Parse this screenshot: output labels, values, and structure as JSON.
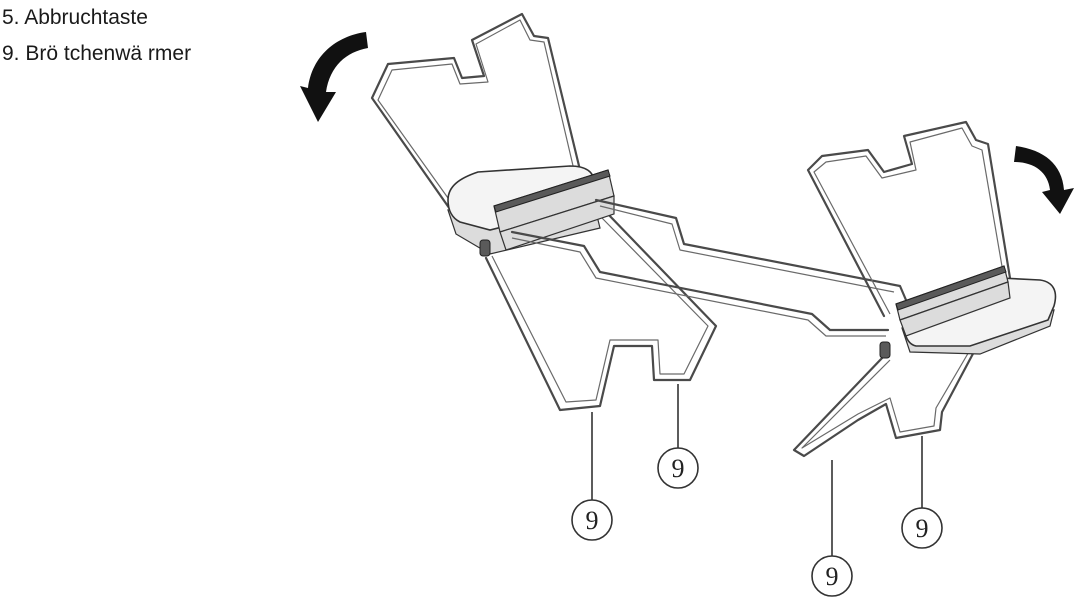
{
  "legend": {
    "items": [
      {
        "label": "5. Abbruchtaste"
      },
      {
        "label": "9. Brö tchenwä rmer"
      }
    ]
  },
  "callouts": [
    {
      "label": "9"
    },
    {
      "label": "9"
    },
    {
      "label": "9"
    },
    {
      "label": "9"
    }
  ],
  "icons": {
    "rotate_left": "curved-arrow-counterclockwise-icon",
    "rotate_right": "curved-arrow-clockwise-icon"
  },
  "colors": {
    "line": "#4a4a4a",
    "text": "#1a1a1a",
    "arrow": "#111111"
  }
}
